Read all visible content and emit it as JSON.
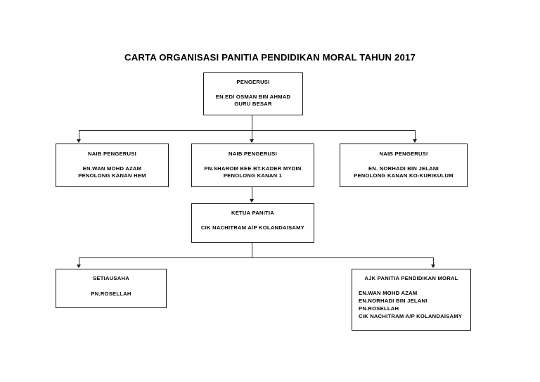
{
  "chart_data": {
    "type": "diagram",
    "title": "CARTA ORGANISASI PANITIA PENDIDIKAN MORAL TAHUN 2017",
    "nodes": [
      {
        "id": "pengerusi",
        "title": "PENGERUSI",
        "lines": [
          "EN.EDI OSMAN BIN AHMAD",
          "GURU BESAR"
        ],
        "level": 0
      },
      {
        "id": "naib-hem",
        "title": "NAIB PENGERUSI",
        "lines": [
          "EN.WAN MOHD AZAM",
          "PENOLONG KANAN HEM"
        ],
        "level": 1
      },
      {
        "id": "naib-pk1",
        "title": "NAIB PENGERUSI",
        "lines": [
          "PN.SHAROM BEE BT.KADER MYDIN",
          "PENOLONG KANAN 1"
        ],
        "level": 1
      },
      {
        "id": "naib-kokurikulum",
        "title": "NAIB PENGERUSI",
        "lines": [
          "EN. NORHADI BIN JELANI",
          "PENOLONG KANAN KO-KURIKULUM"
        ],
        "level": 1
      },
      {
        "id": "ketua-panitia",
        "title": "KETUA PANITIA",
        "lines": [
          "CIK NACHITRAM A/P KOLANDAISAMY"
        ],
        "level": 2
      },
      {
        "id": "setiausaha",
        "title": "SETIAUSAHA",
        "lines": [
          "PN.ROSELLAH"
        ],
        "level": 3
      },
      {
        "id": "ajk",
        "title": "AJK PANITIA PENDIDIKAN MORAL",
        "lines": [
          "EN.WAN MOHD AZAM",
          "EN.NORHADI BIN JELANI",
          "PN.ROSELLAH",
          "CIK NACHITRAM A/P KOLANDAISAMY"
        ],
        "level": 3
      }
    ],
    "edges": [
      {
        "from": "pengerusi",
        "to": "naib-hem"
      },
      {
        "from": "pengerusi",
        "to": "naib-pk1"
      },
      {
        "from": "pengerusi",
        "to": "naib-kokurikulum"
      },
      {
        "from": "naib-pk1",
        "to": "ketua-panitia"
      },
      {
        "from": "ketua-panitia",
        "to": "setiausaha"
      },
      {
        "from": "ketua-panitia",
        "to": "ajk"
      }
    ],
    "colors": {
      "background": "#ffffff",
      "box_border": "#1a1a1a",
      "text": "#000000",
      "connector": "#2a2a2a"
    }
  }
}
